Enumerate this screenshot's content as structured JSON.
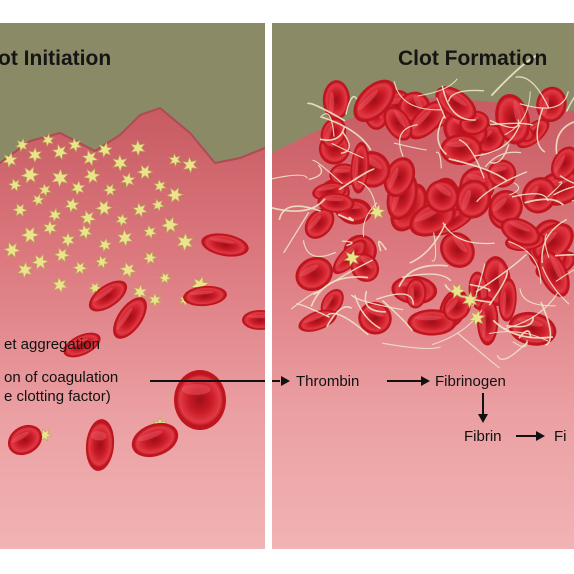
{
  "left_panel": {
    "title": "ot Initiation",
    "captions": {
      "line1": "et aggregation",
      "line2": "on of coagulation",
      "line3": "e clotting factor)"
    }
  },
  "right_panel": {
    "title": "Clot Formation",
    "flow": {
      "thrombin": "Thrombin",
      "fibrinogen": "Fibrinogen",
      "fibrin": "Fibrin",
      "fi": "Fi"
    }
  },
  "colors": {
    "background": "#8b8a66",
    "tissue": "#e4898d",
    "red_cell": "#d7222e",
    "platelet": "#e9e18a",
    "fibrin": "#efe4c6"
  }
}
